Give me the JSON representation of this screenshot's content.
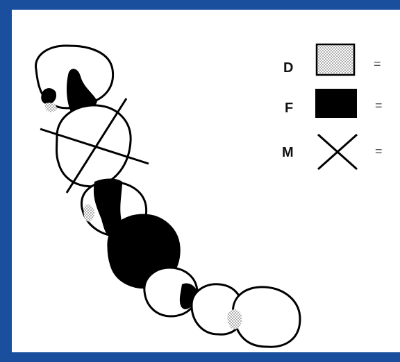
{
  "legend": {
    "items": [
      {
        "letter": "D",
        "symbol": "decayed-swatch",
        "equals": "="
      },
      {
        "letter": "F",
        "symbol": "filled-swatch",
        "equals": "="
      },
      {
        "letter": "M",
        "symbol": "missing-x-icon",
        "equals": "="
      }
    ]
  },
  "colors": {
    "border": "#1a4f9e",
    "panel": "#ffffff",
    "ink": "#000000",
    "stipple": "#9a9a9a"
  }
}
